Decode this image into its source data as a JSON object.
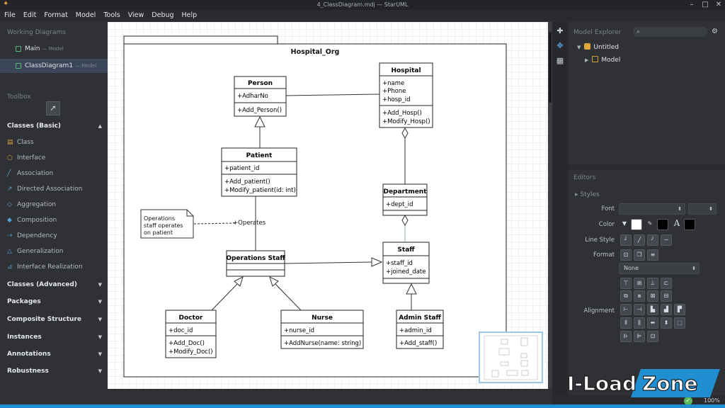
{
  "window": {
    "title": "4_ClassDiagram.mdj — StarUML",
    "minimize": "–",
    "maximize": "□",
    "close": "✕"
  },
  "menu": [
    "File",
    "Edit",
    "Format",
    "Model",
    "Tools",
    "View",
    "Debug",
    "Help"
  ],
  "working_diagrams": {
    "heading": "Working Diagrams",
    "items": [
      {
        "label": "Main",
        "sub": "— Model",
        "active": false
      },
      {
        "label": "ClassDiagram1",
        "sub": "— Model",
        "active": true
      }
    ]
  },
  "toolbox": {
    "heading": "Toolbox",
    "pointer_icon": "pointer-arrow-icon",
    "basic_section": "Classes (Basic)",
    "items": [
      {
        "label": "Class",
        "icon": "class-icon"
      },
      {
        "label": "Interface",
        "icon": "interface-icon"
      },
      {
        "label": "Association",
        "icon": "association-icon"
      },
      {
        "label": "Directed Association",
        "icon": "directed-association-icon"
      },
      {
        "label": "Aggregation",
        "icon": "aggregation-icon"
      },
      {
        "label": "Composition",
        "icon": "composition-icon"
      },
      {
        "label": "Dependency",
        "icon": "dependency-icon"
      },
      {
        "label": "Generalization",
        "icon": "generalization-icon"
      },
      {
        "label": "Interface Realization",
        "icon": "interface-realization-icon"
      }
    ],
    "sections": [
      "Classes (Advanced)",
      "Packages",
      "Composite Structure",
      "Instances",
      "Annotations",
      "Robustness"
    ]
  },
  "diagram": {
    "package_name": "Hospital_Org",
    "note_lines": [
      "Operations",
      "staff operates",
      "on patient"
    ],
    "dependency_label": "+Operates",
    "classes": {
      "person": {
        "name": "Person",
        "attributes": [
          "+AdharNo"
        ],
        "operations": [
          "+Add_Person()"
        ]
      },
      "hospital": {
        "name": "Hospital",
        "attributes": [
          "+name",
          "+Phone",
          "+hosp_id"
        ],
        "operations": [
          "+Add_Hosp()",
          "+Modify_Hosp()"
        ]
      },
      "patient": {
        "name": "Patient",
        "attributes": [
          "+patient_id"
        ],
        "operations": [
          "+Add_patient()",
          "+Modify_patient(id: int)"
        ]
      },
      "department": {
        "name": "Department",
        "attributes": [
          "+dept_id"
        ],
        "operations": []
      },
      "ops_staff": {
        "name": "Operations Staff",
        "attributes": [],
        "operations": []
      },
      "staff": {
        "name": "Staff",
        "attributes": [
          "+staff_id",
          "+joined_date"
        ],
        "operations": []
      },
      "doctor": {
        "name": "Doctor",
        "attributes": [
          "+doc_id"
        ],
        "operations": [
          "+Add_Doc()",
          "+Modify_Doc()"
        ]
      },
      "nurse": {
        "name": "Nurse",
        "attributes": [
          "+nurse_id"
        ],
        "operations": [
          "+AddNurse(name: string)"
        ]
      },
      "admin": {
        "name": "Admin Staff",
        "attributes": [
          "+admin_id"
        ],
        "operations": [
          "+Add_staff()"
        ]
      }
    }
  },
  "model_explorer": {
    "heading": "Model Explorer",
    "search_icon": "search-icon",
    "settings_icon": "gear-icon",
    "tree": [
      {
        "label": "Untitled",
        "icon": "project-cube-icon",
        "expanded": true
      },
      {
        "label": "Model",
        "icon": "model-folder-icon",
        "expanded": false
      }
    ]
  },
  "editors": {
    "heading": "Editors",
    "styles_label": "Styles",
    "font_label": "Font",
    "color_label": "Color",
    "line_style_label": "Line Style",
    "format_label": "Format",
    "format_value": "None",
    "alignment_label": "Alignment",
    "text_color_glyph": "A",
    "colors": {
      "fill": "#ffffff",
      "line": "#000000",
      "text": "#000000"
    }
  },
  "status": {
    "zoom": "100%"
  },
  "watermark": {
    "text": "I-Load Zone"
  }
}
